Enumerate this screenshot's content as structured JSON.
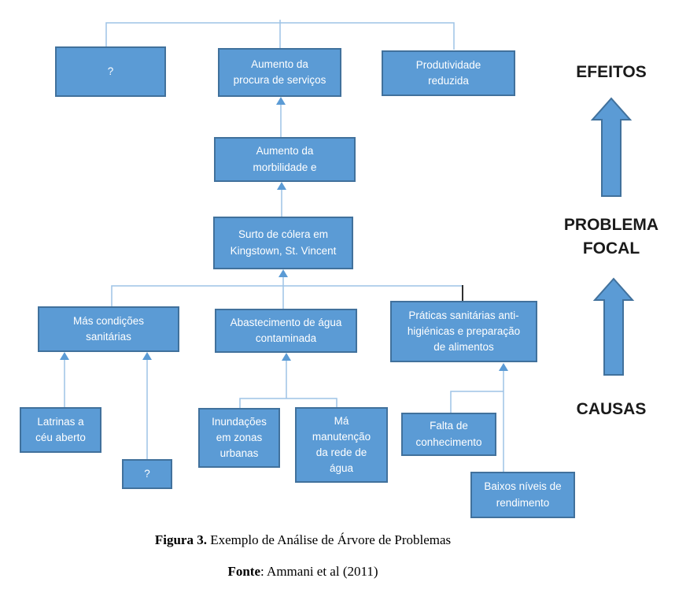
{
  "labels": {
    "efeitos": "EFEITOS",
    "problema_focal": "PROBLEMA\nFOCAL",
    "causas": "CAUSAS"
  },
  "boxes": {
    "q_effect": "?",
    "aumento_procura": "Aumento da\nprocura de serviços",
    "produtividade": "Produtividade\nreduzida",
    "morbilidade": "Aumento da\nmorbilidade e",
    "surto": "Surto de cólera em\nKingstown, St. Vincent",
    "mas_condicoes": "Más condições\nsanitárias",
    "abastecimento": "Abastecimento de água\ncontaminada",
    "praticas": "Práticas sanitárias anti-\nhigiénicas e preparação\nde alimentos",
    "latrinas": "Latrinas a\ncéu aberto",
    "q_causa": "?",
    "inundacoes": "Inundações\nem zonas\nurbanas",
    "ma_manutencao": "Má\nmanutenção\nda rede de\nágua",
    "falta_conhecimento": "Falta de\nconhecimento",
    "baixos_niveis": "Baixos níveis de\nrendimento"
  },
  "caption": {
    "figure_label": "Figura 3.",
    "figure_text": " Exemplo de Análise de Árvore de Problemas",
    "source_label": "Fonte",
    "source_text": ": Ammani et al (2011)"
  },
  "colors": {
    "box_fill": "#5b9bd5",
    "box_border": "#41719c",
    "box_text": "#ffffff",
    "connector": "#9dc3e6",
    "arrowhead_fill": "#5b9bd5",
    "block_arrow_fill": "#5b9bd5",
    "block_arrow_border": "#41719c",
    "label_text": "#1a1a1a",
    "highlight_connector": "#000000"
  }
}
